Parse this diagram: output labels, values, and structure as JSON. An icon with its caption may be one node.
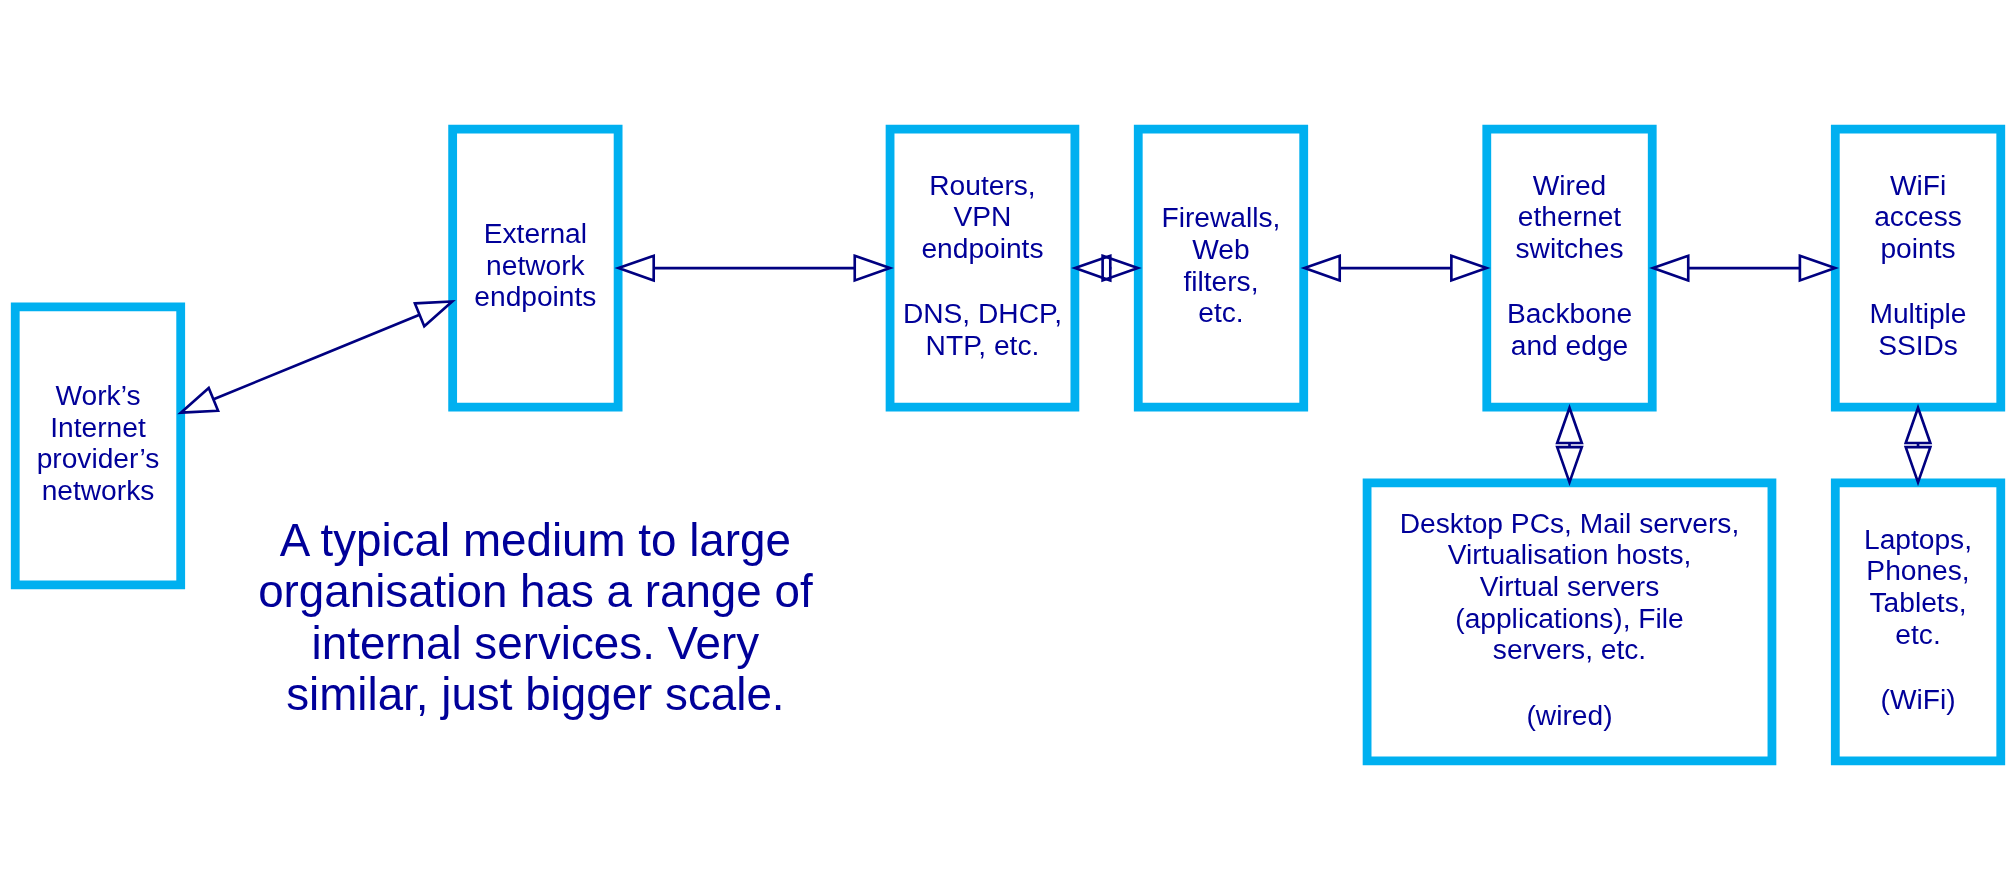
{
  "diagram": {
    "nodes": [
      {
        "text": [
          "Work’s Internet provider’s networks"
        ]
      },
      {
        "text": [
          "External network endpoints"
        ]
      },
      {
        "text": [
          "Routers, VPN endpoints",
          "DNS, DHCP, NTP, etc."
        ]
      },
      {
        "text": [
          "Firewalls, Web filters, etc."
        ]
      },
      {
        "text": [
          "Wired ethernet switches",
          "Backbone and edge"
        ]
      },
      {
        "text": [
          "WiFi access points",
          "Multiple SSIDs"
        ]
      },
      {
        "text": [
          "Desktop PCs, Mail servers, Virtualisation hosts, Virtual servers (applications), File servers, etc.",
          "(wired)"
        ]
      },
      {
        "text": [
          "Laptops, Phones, Tablets, etc.",
          "(WiFi)"
        ]
      }
    ],
    "edges": [
      {
        "from": 0,
        "to": 1,
        "arrow": "both"
      },
      {
        "from": 1,
        "to": 2,
        "arrow": "both"
      },
      {
        "from": 2,
        "to": 3,
        "arrow": "both"
      },
      {
        "from": 3,
        "to": 4,
        "arrow": "both"
      },
      {
        "from": 4,
        "to": 5,
        "arrow": "both"
      },
      {
        "from": 4,
        "to": 6,
        "arrow": "both"
      },
      {
        "from": 5,
        "to": 7,
        "arrow": "both"
      }
    ],
    "labels": [
      "A typical medium to large organisation has a range of internal services. Very similar, just bigger scale."
    ]
  }
}
